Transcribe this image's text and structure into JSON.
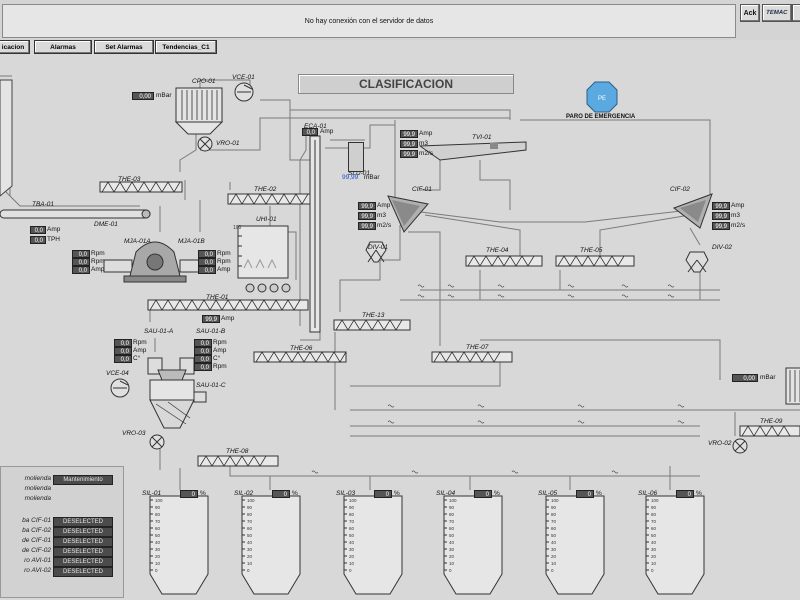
{
  "header": {
    "status_message": "No hay conexión con el servidor de datos",
    "ack_label": "Ack",
    "logo_label": "TEMAC"
  },
  "nav": {
    "buttons": [
      "icacion",
      "Alarmas",
      "Set Alarmas",
      "Tendencias_C1"
    ]
  },
  "screen_title": "CLASIFICACION",
  "emergency": {
    "badge": "PE",
    "label": "PARO DE EMERGENCIA"
  },
  "equipment": {
    "cpo01": "CPO-01",
    "vce01": "VCE-01",
    "vro01": "VRO-01",
    "eca01": "ECA-01",
    "slu01": "SLU-01",
    "tvi01": "TVI-01",
    "cif01": "CIF-01",
    "cif02": "CIF-02",
    "div01": "DIV-01",
    "div02": "DIV-02",
    "the03": "THE-03",
    "the02": "THE-02",
    "the01": "THE-01",
    "the06": "THE-06",
    "the13": "THE-13",
    "the04": "THE-04",
    "the05": "THE-05",
    "the07": "THE-07",
    "the08": "THE-08",
    "the09": "THE-09",
    "tba01": "TBA-01",
    "dme01": "DME-01",
    "mja01a": "MJA-01A",
    "mja01b": "MJA-01B",
    "uhi01": "UHI-01",
    "sau01a": "SAU-01-A",
    "sau01b": "SAU-01-B",
    "sau01c": "SAU-01-C",
    "vce04": "VCE-04",
    "vro03": "VRO-03",
    "vro02": "VRO-02"
  },
  "readings": {
    "cpo01_pressure": "0,00",
    "cpo01_pressure_unit": "mBar",
    "eca01_amp": "0,0",
    "eca01_amp_unit": "Amp",
    "slu01_value": "99,99",
    "slu01_unit": "mBar",
    "tvi01_amp": "99,9",
    "tvi01_amp_unit": "Amp",
    "tvi01_m3": "99,9",
    "tvi01_m3_unit": "m3",
    "tvi01_flow": "99,9",
    "tvi01_flow_unit": "m2/s",
    "cif01_amp": "99,9",
    "cif01_amp_unit": "Amp",
    "cif01_m3": "99,9",
    "cif01_m3_unit": "m3",
    "cif01_flow": "99,9",
    "cif01_flow_unit": "m2/s",
    "cif02_amp": "99,9",
    "cif02_amp_unit": "Amp",
    "cif02_m3": "99,9",
    "cif02_m3_unit": "m3",
    "cif02_flow": "99,9",
    "cif02_flow_unit": "m2/s",
    "tba01_amp": "0,0",
    "tba01_amp_unit": "Amp",
    "tba01_tph": "0,0",
    "tba01_tph_unit": "TPH",
    "mja_left_rpm": "0,0",
    "mja_left_rpm_unit": "Rpm",
    "mja_left_rpm2": "0,0",
    "mja_left_rpm2_unit": "Rpm",
    "mja_left_amp": "0,0",
    "mja_left_amp_unit": "Amp",
    "mja_right_rpm": "0,0",
    "mja_right_rpm_unit": "Rpm",
    "mja_right_rpm2": "0,0",
    "mja_right_rpm2_unit": "Rpm",
    "mja_right_amp": "0,0",
    "mja_right_amp_unit": "Amp",
    "the01_amp": "99,9",
    "the01_amp_unit": "Amp",
    "sau_a_rpm": "0,0",
    "sau_a_rpm_unit": "Rpm",
    "sau_a_amp": "0,0",
    "sau_a_amp_unit": "Amp",
    "sau_a_temp": "0,0",
    "sau_a_temp_unit": "C°",
    "sau_b_rpm": "0,0",
    "sau_b_rpm_unit": "Rpm",
    "sau_b_amp": "0,0",
    "sau_b_amp_unit": "Amp",
    "sau_b_temp": "0,0",
    "sau_b_temp_unit": "C°",
    "sau_b_rpm2": "0,0",
    "sau_b_rpm2_unit": "Rpm",
    "right_pressure": "0,00",
    "right_pressure_unit": "mBar"
  },
  "silos": [
    {
      "name": "SIL-01",
      "value": "0",
      "unit": "%"
    },
    {
      "name": "SIL-02",
      "value": "0",
      "unit": "%"
    },
    {
      "name": "SIL-03",
      "value": "0",
      "unit": "%"
    },
    {
      "name": "SIL-04",
      "value": "0",
      "unit": "%"
    },
    {
      "name": "SIL-05",
      "value": "0",
      "unit": "%"
    },
    {
      "name": "SIL-06",
      "value": "0",
      "unit": "%"
    }
  ],
  "silo_scale": [
    "100",
    "90",
    "80",
    "70",
    "60",
    "50",
    "40",
    "30",
    "20",
    "10",
    "0"
  ],
  "legend": [
    {
      "label": "molienda",
      "state": "Mantenimiento"
    },
    {
      "label": "molienda",
      "state": ""
    },
    {
      "label": "molienda",
      "state": ""
    },
    {
      "label": "ba CIF-01",
      "state": "DESELECTED"
    },
    {
      "label": "ba CIF-02",
      "state": "DESELECTED"
    },
    {
      "label": "de CIF-01",
      "state": "DESELECTED"
    },
    {
      "label": "de CIF-02",
      "state": "DESELECTED"
    },
    {
      "label": "ro AVI-01",
      "state": "DESELECTED"
    },
    {
      "label": "ro AVI-02",
      "state": "DESELECTED"
    }
  ],
  "colors": {
    "background": "#d8d8d8",
    "line": "#6e6e6e",
    "emergency": "#5aa9e0",
    "value_box": "#555555"
  }
}
